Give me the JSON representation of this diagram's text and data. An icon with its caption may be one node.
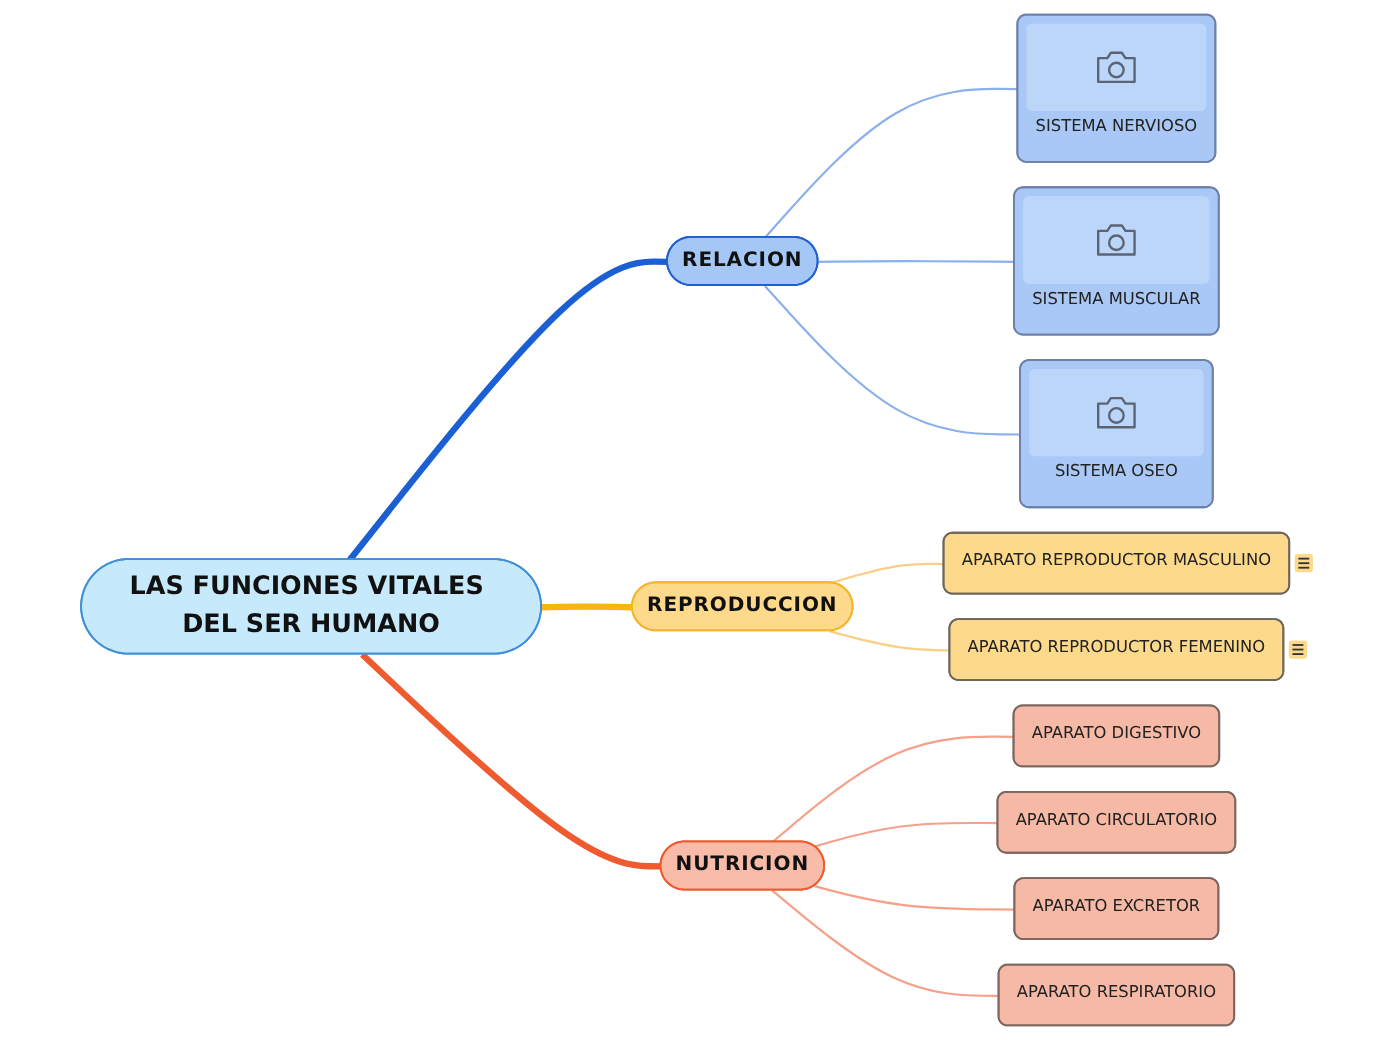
{
  "diagram": {
    "nodes": [
      {
        "text": [
          "LAS FUNCIONES VITALES DEL SER HUMANO"
        ]
      },
      {
        "text": [
          "RELACION"
        ]
      },
      {
        "text": [
          "SISTEMA NERVIOSO"
        ]
      },
      {
        "text": [
          "SISTEMA MUSCULAR"
        ]
      },
      {
        "text": [
          "SISTEMA OSEO"
        ]
      },
      {
        "text": [
          "REPRODUCCION"
        ]
      },
      {
        "text": [
          "APARATO REPRODUCTOR MASCULINO"
        ]
      },
      {
        "text": [
          "APARATO REPRODUCTOR FEMENINO"
        ]
      },
      {
        "text": [
          "NUTRICION"
        ]
      },
      {
        "text": [
          "APARATO DIGESTIVO"
        ]
      },
      {
        "text": [
          "APARATO CIRCULATORIO"
        ]
      },
      {
        "text": [
          "APARATO EXCRETOR"
        ]
      },
      {
        "text": [
          "APARATO RESPIRATORIO"
        ]
      }
    ],
    "edges": [
      {
        "from": 0,
        "to": 1,
        "arrow": "none",
        "style": "thick",
        "color": "#1b5fd4"
      },
      {
        "from": 1,
        "to": 2,
        "arrow": "none",
        "color": "#8ab0ee"
      },
      {
        "from": 1,
        "to": 3,
        "arrow": "none",
        "color": "#8ab0ee"
      },
      {
        "from": 1,
        "to": 4,
        "arrow": "none",
        "color": "#8ab0ee"
      },
      {
        "from": 0,
        "to": 5,
        "arrow": "none",
        "style": "thick",
        "color": "#f8b50d"
      },
      {
        "from": 5,
        "to": 6,
        "arrow": "none",
        "color": "#f9cf86"
      },
      {
        "from": 5,
        "to": 7,
        "arrow": "none",
        "color": "#f9cf86"
      },
      {
        "from": 0,
        "to": 8,
        "arrow": "none",
        "style": "thick",
        "color": "#ef5a2e"
      },
      {
        "from": 8,
        "to": 9,
        "arrow": "none",
        "color": "#f6a08a"
      },
      {
        "from": 8,
        "to": 10,
        "arrow": "none",
        "color": "#f6a08a"
      },
      {
        "from": 8,
        "to": 11,
        "arrow": "none",
        "color": "#f6a08a"
      },
      {
        "from": 8,
        "to": 12,
        "arrow": "none",
        "color": "#f6a08a"
      }
    ]
  }
}
